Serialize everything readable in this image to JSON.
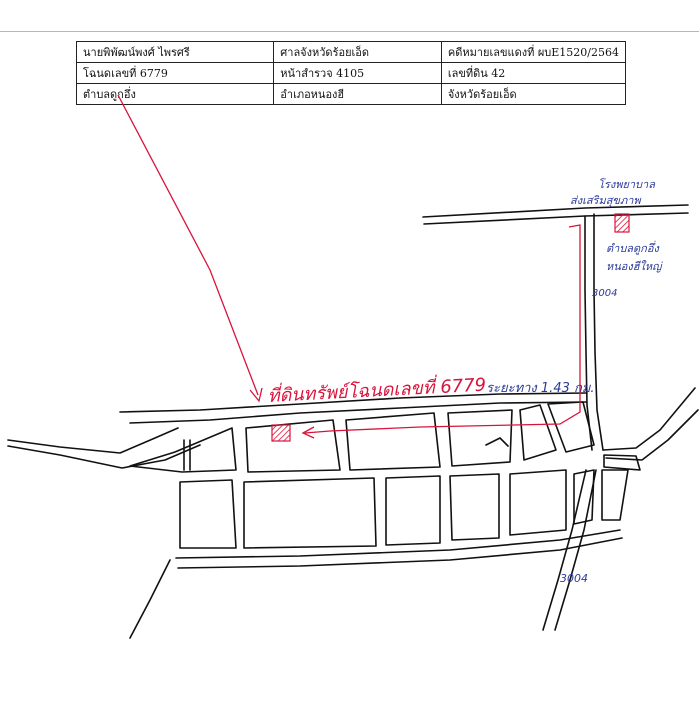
{
  "header_table": [
    [
      "นายพิพัฒน์พงศ์ ไพรศรี",
      "ศาลจังหวัดร้อยเอ็ด",
      "คดีหมายเลขแดงที่ ผบE1520/2564"
    ],
    [
      "โฉนดเลขที่ 6779",
      "หน้าสำรวจ 4105",
      "เลขที่ดิน 42"
    ],
    [
      "ตำบลดูกอึ่ง",
      "อำเภอหนองฮี",
      "จังหวัดร้อยเอ็ด"
    ]
  ],
  "annotations": {
    "parcel_label": "ที่ดินทรัพย์โฉนดเลขที่ 6779",
    "distance_label": "ระยะทาง 1.43 กม.",
    "hospital_label_line1": "โรงพยาบาล",
    "hospital_label_line2": "ส่งเสริมสุขภาพ",
    "village_label_line1": "ตำบลดูกอึ่ง",
    "village_label_line2": "หนองฮีใหญ่",
    "road_number_top": "3004",
    "road_number_bottom": "3004"
  },
  "colors": {
    "road": "#111111",
    "red_ink": "#d8143c",
    "blue_ink": "#2b3a9a",
    "top_rule": "#e7a49a"
  }
}
